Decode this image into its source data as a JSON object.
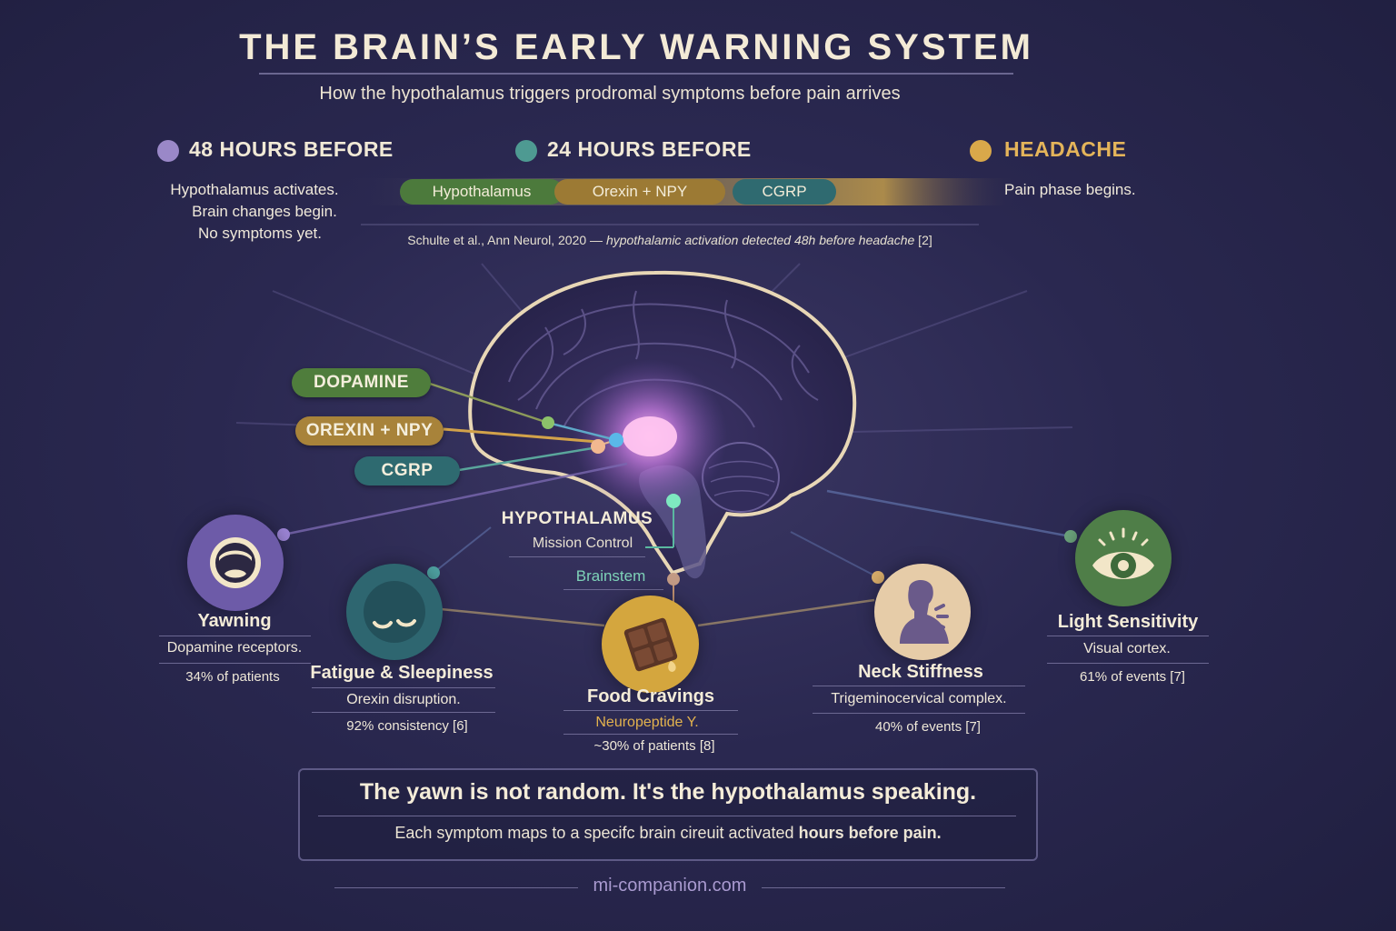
{
  "header": {
    "title": "THE BRAIN’S EARLY WARNING SYSTEM",
    "subtitle": "How the hypothalamus triggers prodromal symptoms before pain arrives"
  },
  "timeline": {
    "markers": [
      {
        "label": "48 HOURS BEFORE",
        "color": "#9a88c8"
      },
      {
        "label": "24 HOURS BEFORE",
        "color": "#4e9a92"
      },
      {
        "label": "HEADACHE",
        "color": "#d9a84a"
      }
    ],
    "desc_48": [
      "Hypothalamus activates.",
      "Brain changes begin.",
      "No symptoms yet."
    ],
    "desc_headache": "Pain phase begins.",
    "phases": [
      {
        "label": "Hypothalamus",
        "color": "#4c7a3c"
      },
      {
        "label": "Orexin + NPY",
        "color": "#9c7a34"
      },
      {
        "label": "CGRP",
        "color": "#2f6a70"
      }
    ],
    "citation_plain": "Schulte et al., Ann Neurol, 2020 — ",
    "citation_italic": "hypothalamic activation detected 48h before headache",
    "citation_ref": " [2]"
  },
  "neurotransmitters": [
    {
      "label": "DOPAMINE",
      "color": "#4f7d3c"
    },
    {
      "label": "OREXIN + NPY",
      "color": "#a8833a"
    },
    {
      "label": "CGRP",
      "color": "#2e6a70"
    }
  ],
  "brain": {
    "hypothalamus_label": "HYPOTHALAMUS",
    "hypothalamus_sub": "Mission Control",
    "brainstem_label": "Brainstem"
  },
  "symptoms": {
    "yawning": {
      "name": "Yawning",
      "desc": "Dopamine receptors.",
      "stat": "34% of patients",
      "icon": "yawn-face-icon"
    },
    "fatigue": {
      "name": "Fatigue & Sleepiness",
      "desc": "Orexin disruption.",
      "stat": "92% consistency [6]",
      "icon": "sleepy-eyes-icon"
    },
    "food": {
      "name": "Food Cravings",
      "desc": "Neuropeptide Y.",
      "stat": "~30% of patients [8]",
      "icon": "chocolate-icon"
    },
    "neck": {
      "name": "Neck Stiffness",
      "desc": "Trigeminocervical complex.",
      "stat": "40% of events [7]",
      "icon": "neck-pain-icon"
    },
    "light": {
      "name": "Light Sensitivity",
      "desc": "Visual cortex.",
      "stat": "61% of events [7]",
      "icon": "eye-icon"
    }
  },
  "callout": {
    "headline": "The yawn is not random. It's the hypothalamus speaking.",
    "sub_plain": "Each symptom maps to a specifc brain cireuit activated ",
    "sub_bold": "hours before pain."
  },
  "footer": "mi-companion.com"
}
